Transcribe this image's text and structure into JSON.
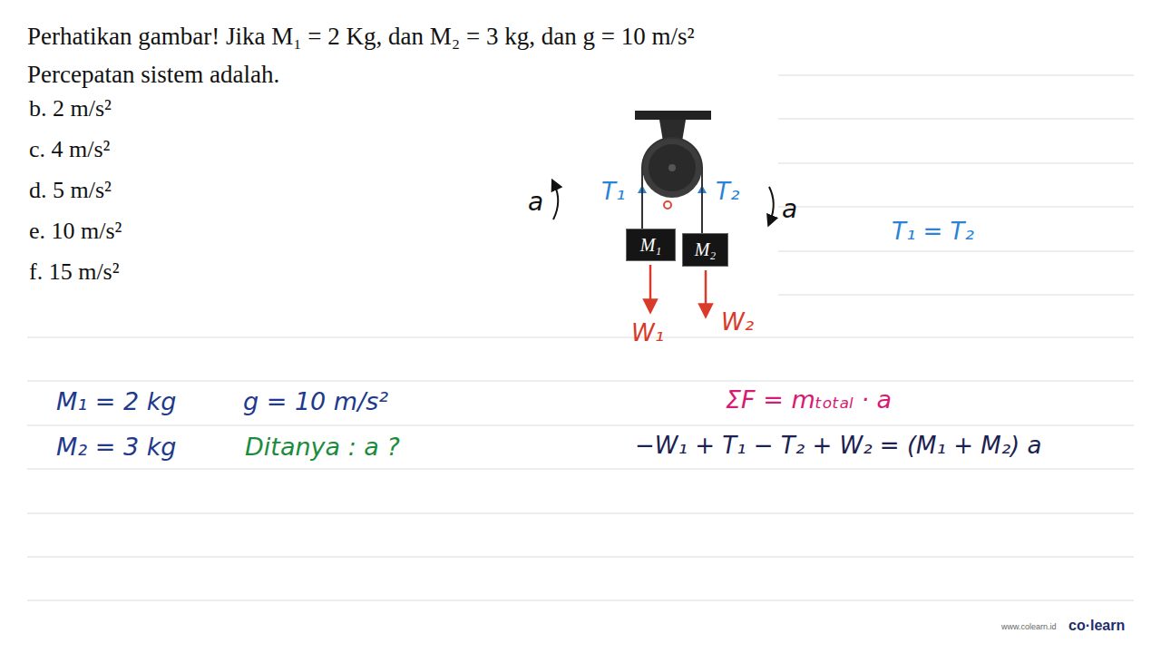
{
  "diagram": {
    "nodes": [
      {
        "text": [
          "M₁"
        ]
      },
      {
        "text": [
          "M₂"
        ]
      }
    ],
    "edges": [
      {
        "from": 0,
        "to": 1,
        "arrow": "none"
      }
    ],
    "labels": [
      "Perhatikan gambar! Jika M₁ = 2 Kg, dan M₂ = 3 kg, dan g = 10 m/s² Percepatan sistem adalah.",
      "b. 2 m/s²",
      "c. 4 m/s²",
      "d. 5 m/s²",
      "e. 10 m/s²",
      "f. 15 m/s²",
      "a",
      "T₁",
      "T₂",
      "a",
      "T₁ = T₂",
      "W₁",
      "W₂",
      "M₁ = 2 kg",
      "g = 10 m/s²",
      "M₂ = 3 kg",
      "Ditanya : a ?",
      "ΣF = mₜₒₜₐₗ · a",
      "−W₁ + T₁ − T₂ + W₂ = (M₁ + M₂) a",
      "www.colearn.id",
      "co·learn"
    ]
  }
}
